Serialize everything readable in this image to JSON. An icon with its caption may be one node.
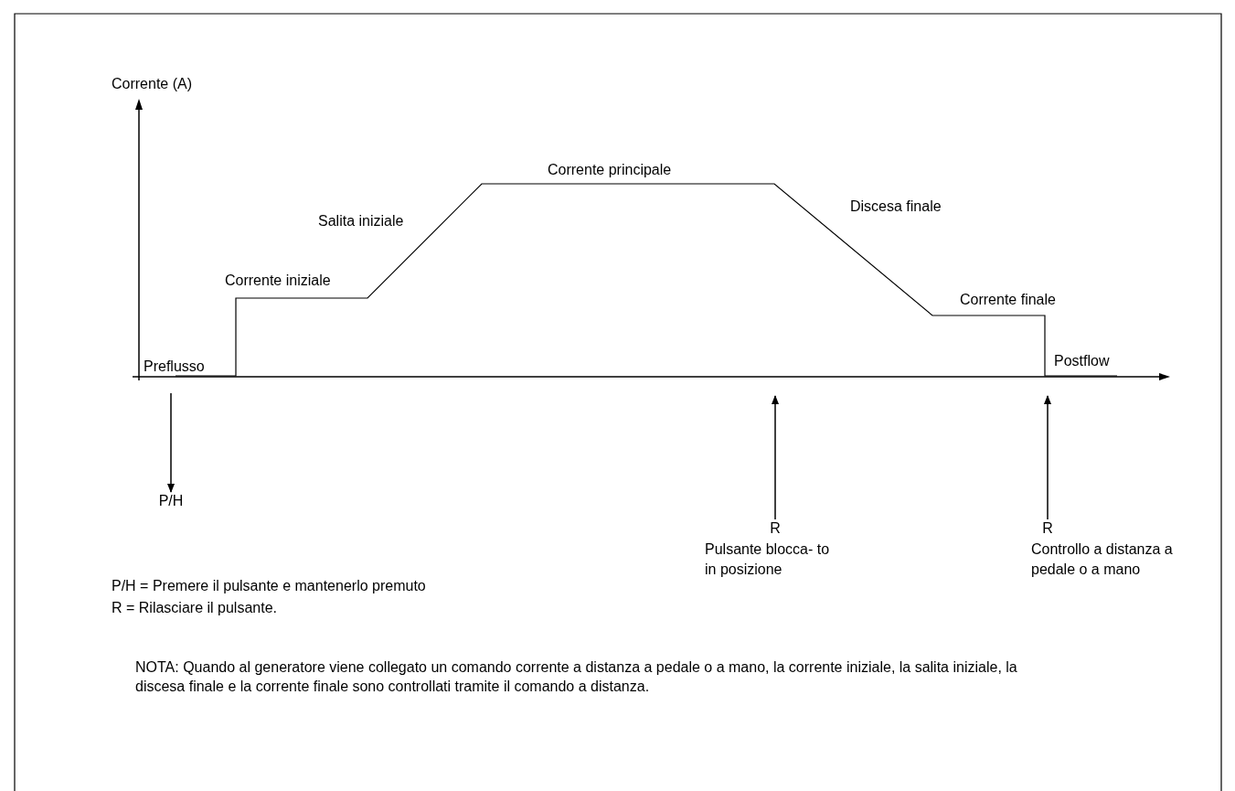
{
  "diagram": {
    "nodes": [
      {
        "text": [
          "P/H"
        ]
      },
      {
        "text": [
          "R"
        ],
        "beside": [
          "Pulsante blocca- to in posizione"
        ]
      },
      {
        "text": [
          "R"
        ],
        "beside": [
          "Controllo a distanza a pedale o a mano"
        ]
      }
    ],
    "edges": [
      {
        "from": null,
        "to": 0,
        "arrow": "to"
      },
      {
        "from": 1,
        "to": null,
        "arrow": "to"
      },
      {
        "from": 2,
        "to": null,
        "arrow": "to"
      }
    ],
    "labels": [
      "Corrente (A)",
      "Corrente principale",
      "Salita iniziale",
      "Discesa finale",
      "Corrente iniziale",
      "Corrente finale",
      "Preflusso",
      "Postflow",
      "P/H = Premere il pulsante e mantenerlo premuto",
      "R = Rilasciare il pulsante.",
      "NOTA: Quando al generatore viene collegato un comando corrente a distanza a pedale o a mano, la corrente iniziale, la salita iniziale, la discesa finale e la corrente finale sono controllati tramite il comando a distanza."
    ]
  }
}
